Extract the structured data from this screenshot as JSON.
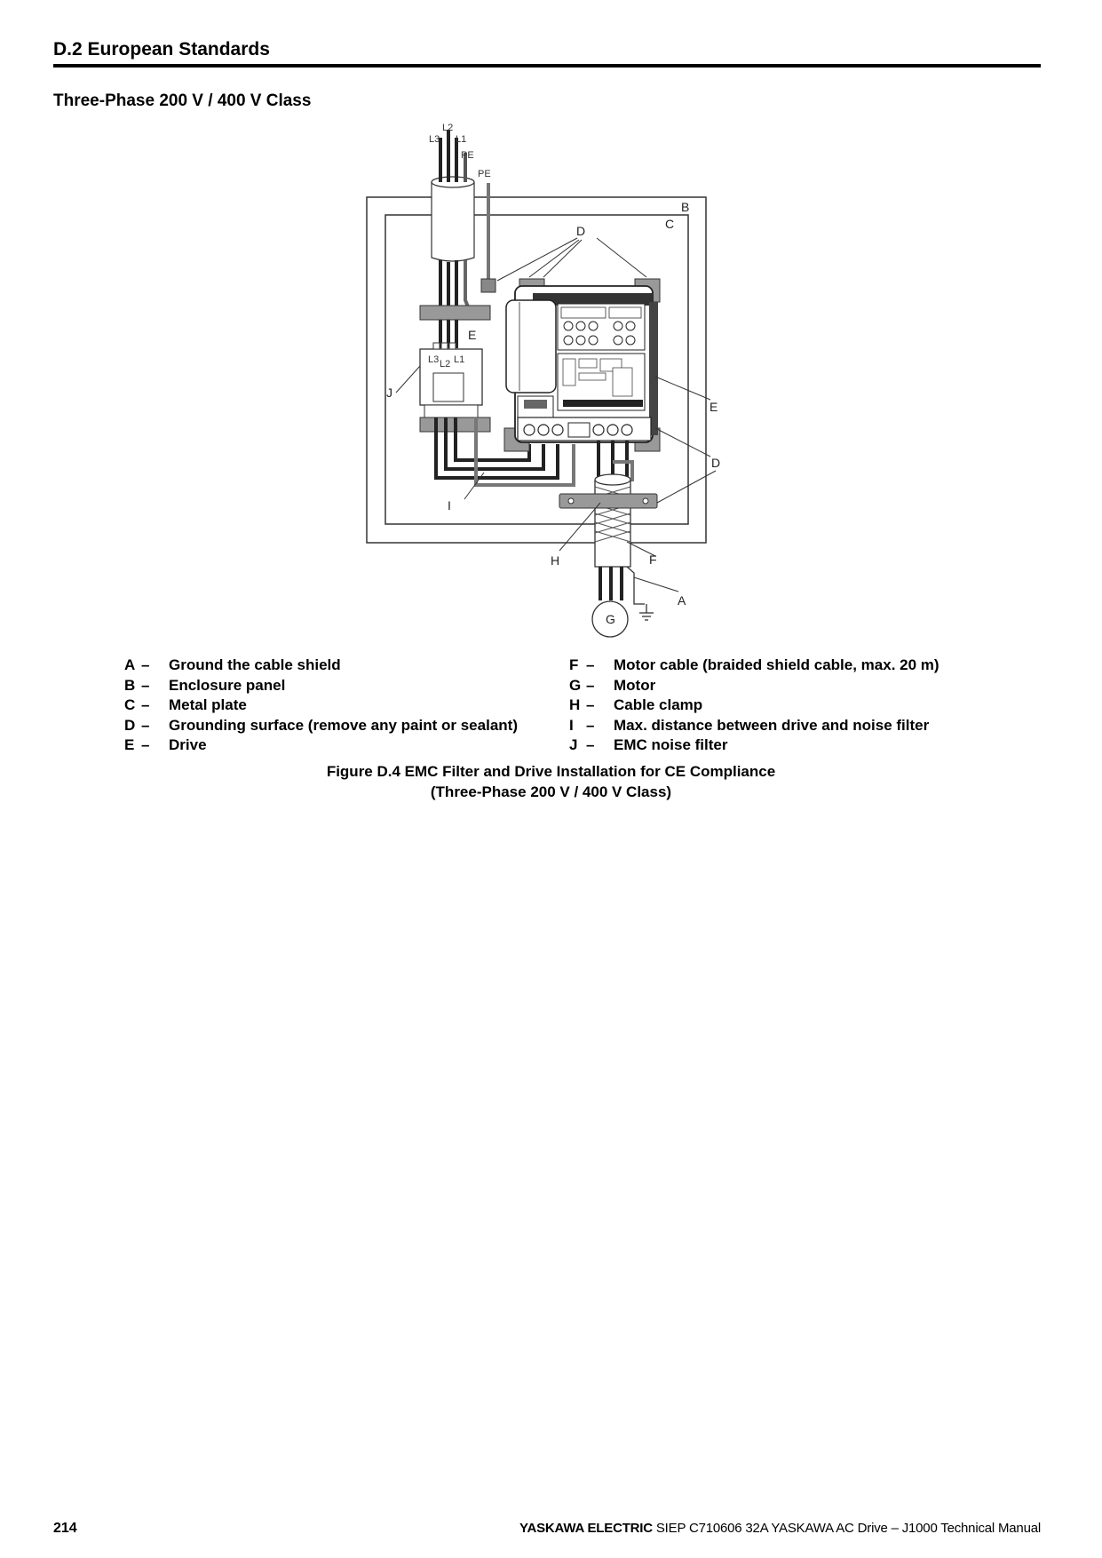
{
  "section": {
    "number": "D.2",
    "title": "European Standards"
  },
  "subsection_title": "Three-Phase 200 V / 400 V Class",
  "diagram": {
    "wire_labels": {
      "l1": "L1",
      "l2": "L2",
      "l3": "L3",
      "pe": "PE"
    },
    "filter_terminals": {
      "l1": "L1",
      "l2": "L2",
      "l3": "L3"
    },
    "callouts": {
      "a": "A",
      "b": "B",
      "c": "C",
      "d": "D",
      "e": "E",
      "f": "F",
      "g": "G",
      "h": "H",
      "i": "I",
      "j": "J"
    }
  },
  "legend": {
    "left": [
      {
        "key": "A",
        "dash": "–",
        "text": "Ground the cable shield"
      },
      {
        "key": "B",
        "dash": "–",
        "text": "Enclosure panel"
      },
      {
        "key": "C",
        "dash": "–",
        "text": "Metal plate"
      },
      {
        "key": "D",
        "dash": "–",
        "text": "Grounding surface (remove any paint or sealant)"
      },
      {
        "key": "E",
        "dash": "–",
        "text": "Drive"
      }
    ],
    "right": [
      {
        "key": "F",
        "dash": "–",
        "text": "Motor cable (braided shield cable, max. 20 m)"
      },
      {
        "key": "G",
        "dash": "–",
        "text": "Motor"
      },
      {
        "key": "H",
        "dash": "–",
        "text": "Cable clamp"
      },
      {
        "key": "I",
        "dash": "–",
        "text": "Max. distance between drive and noise filter"
      },
      {
        "key": "J",
        "dash": "–",
        "text": "EMC noise filter"
      }
    ]
  },
  "caption": {
    "line1": "Figure D.4  EMC Filter and Drive Installation for CE Compliance",
    "line2": "(Three-Phase 200 V / 400 V Class)"
  },
  "footer": {
    "page_number": "214",
    "brand": "YASKAWA ELECTRIC",
    "document": "SIEP C710606 32A YASKAWA AC Drive – J1000 Technical Manual"
  }
}
